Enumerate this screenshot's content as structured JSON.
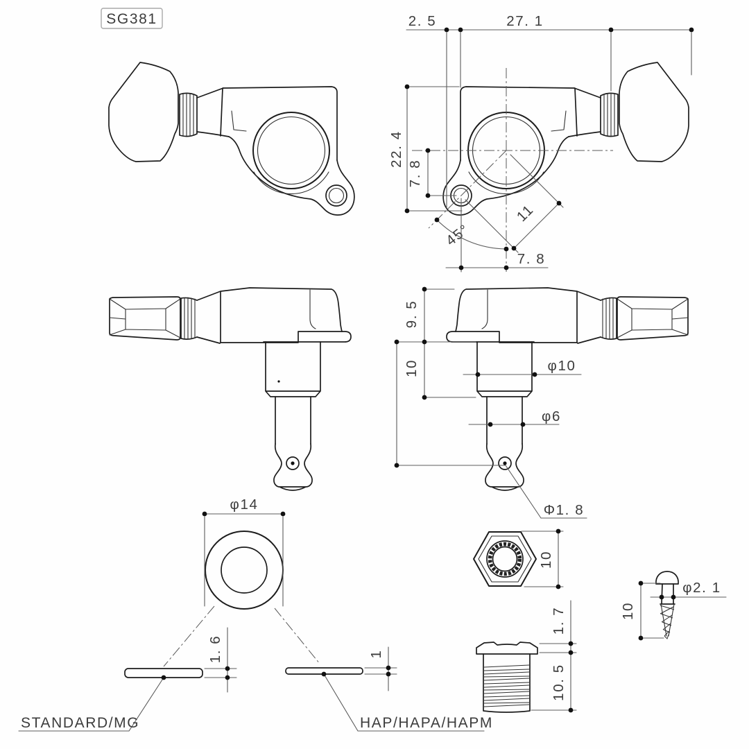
{
  "badge": {
    "label": "SG381"
  },
  "front_view": {
    "dim_top_offset": "2. 5",
    "dim_top_length": "27. 1",
    "dim_height": "22. 4",
    "dim_hole_vertical": "7. 8",
    "dim_angle": "45°",
    "dim_hole_diagonal": "11",
    "dim_hole_horizontal": "7. 8"
  },
  "side_view": {
    "dim_housing_height": "9. 5",
    "dim_bushing_length": "10",
    "dim_post_diameter": "φ10",
    "dim_shaft_diameter": "φ6",
    "dim_string_hole_diameter": "Φ1. 8"
  },
  "washer": {
    "dim_diameter": "φ14",
    "standard_thickness": "1. 6",
    "standard_label": "STANDARD/MG",
    "hap_thickness": "1",
    "hap_label": "HAP/HAPA/HAPM"
  },
  "nut": {
    "dim_width": "10"
  },
  "bushing": {
    "dim_head_height": "1. 7",
    "dim_thread_length": "10. 5"
  },
  "screw": {
    "dim_length": "10",
    "dim_diameter": "φ2. 1"
  }
}
